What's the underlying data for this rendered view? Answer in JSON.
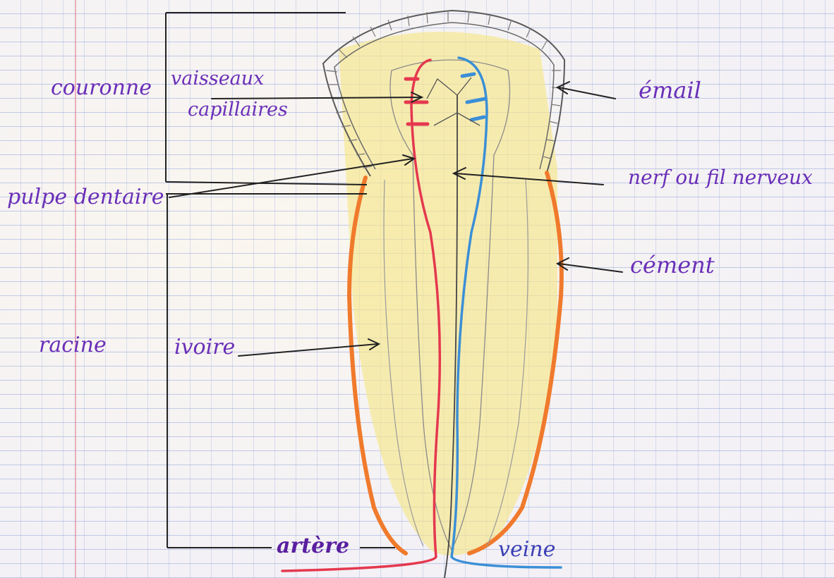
{
  "labels": {
    "couronne": "couronne",
    "vaisseaux": "vaisseaux",
    "capillaires": "capillaires",
    "pulpe": "pulpe dentaire",
    "racine": "racine",
    "ivoire": "ivoire",
    "artere": "artère",
    "veine": "veine",
    "email": "émail",
    "nerf": "nerf ou fil nerveux",
    "cement": "cément"
  },
  "colors": {
    "ink": "#6a2fb8",
    "artery": "#e5384f",
    "vein": "#3b8fd6",
    "cementum": "#f07a2c",
    "dentin": "#f5e58a",
    "enamel": "#8a8a8a",
    "pencil": "#2a2a2a"
  }
}
